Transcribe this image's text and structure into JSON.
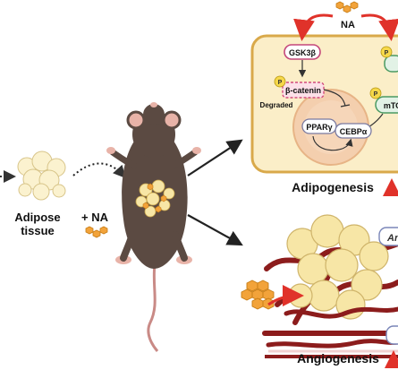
{
  "left": {
    "tissue_line1": "Adipose",
    "tissue_line2": "tissue",
    "treatment": "+ NA"
  },
  "cell": {
    "na": "NA",
    "gsk3b": "GSK3β",
    "bcatenin": "β-catenin",
    "degraded": "Degraded",
    "mtor": "mTO",
    "ppar": "PPARγ",
    "cebp": "CEBPα",
    "phospho": "P"
  },
  "outcomes": {
    "adipogenesis": "Adipogenesis",
    "angiogenesis": "Angiogenesis",
    "box1": "An"
  },
  "colors": {
    "cell_fill": "#fbeec8",
    "cell_border": "#d9a94a",
    "nucleus": "#f2c6a0",
    "arrow_red": "#e0322a",
    "vessel": "#8c1c1c",
    "hex": "#f2a33a",
    "mouse": "#5a4a42",
    "fat_cell": "#f7e6a6"
  }
}
